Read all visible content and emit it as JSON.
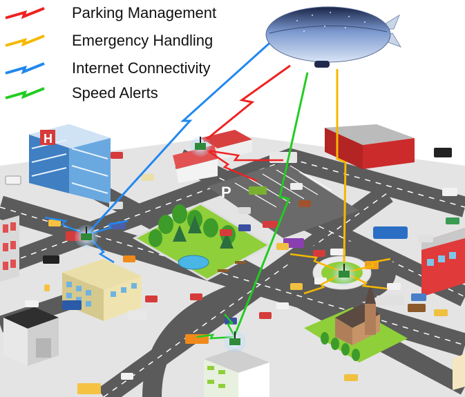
{
  "legend": [
    {
      "label": "Parking Management",
      "color": "#ee2222"
    },
    {
      "label": "Emergency Handling",
      "color": "#f5b800"
    },
    {
      "label": "Internet Connectivity",
      "color": "#2288ee"
    },
    {
      "label": "Speed Alerts",
      "color": "#22cc22"
    }
  ],
  "scene": {
    "hospital_sign": "H",
    "parking_sign": "P",
    "colors": {
      "road": "#5b5b5b",
      "sidewalk": "#e9e9e9",
      "park": "#8fcf3a",
      "tree": "#3d9b2a",
      "blimp": "#8aa8d8",
      "hospital": "#4a8fd0"
    }
  }
}
